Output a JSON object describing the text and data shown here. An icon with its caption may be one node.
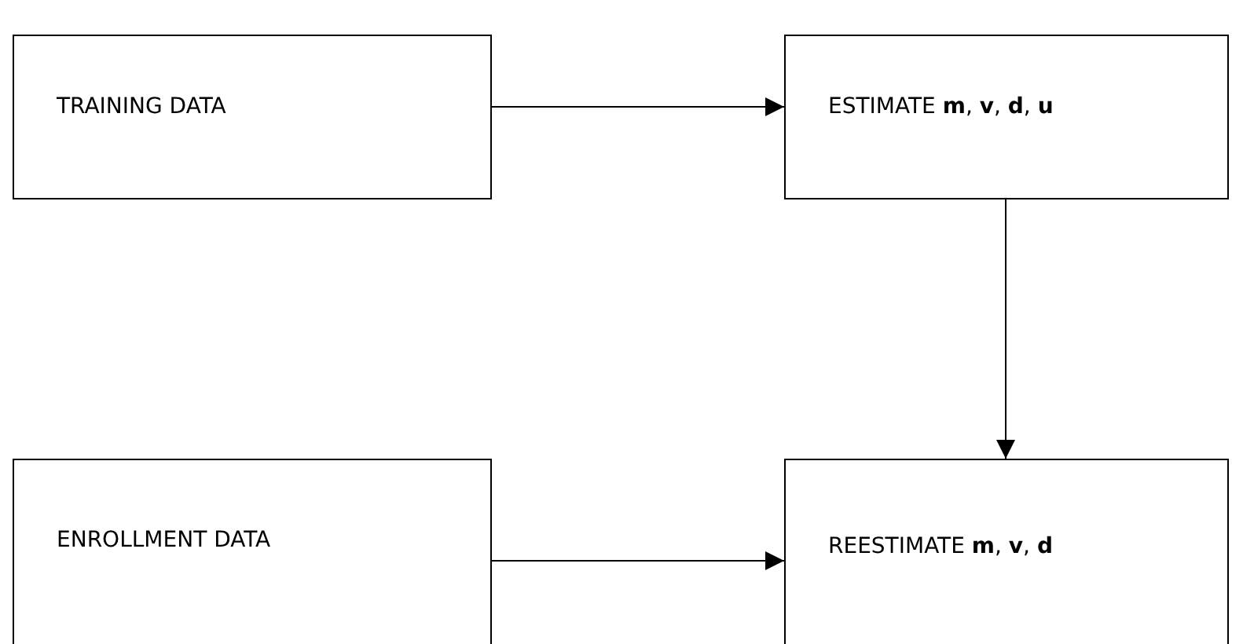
{
  "diagram": {
    "nodes": [
      {
        "text": [
          "TRAINING DATA"
        ]
      },
      {
        "text": [
          "ESTIMATE **m**, **v**, **d**, **u**"
        ]
      },
      {
        "text": [
          "ENROLLMENT DATA"
        ]
      },
      {
        "text": [
          "REESTIMATE **m**, **v**, **d**"
        ]
      }
    ],
    "edges": [
      {
        "from": 0,
        "to": 1,
        "arrow": "to"
      },
      {
        "from": 1,
        "to": 3,
        "arrow": "to"
      },
      {
        "from": 2,
        "to": 3,
        "arrow": "to"
      }
    ]
  }
}
